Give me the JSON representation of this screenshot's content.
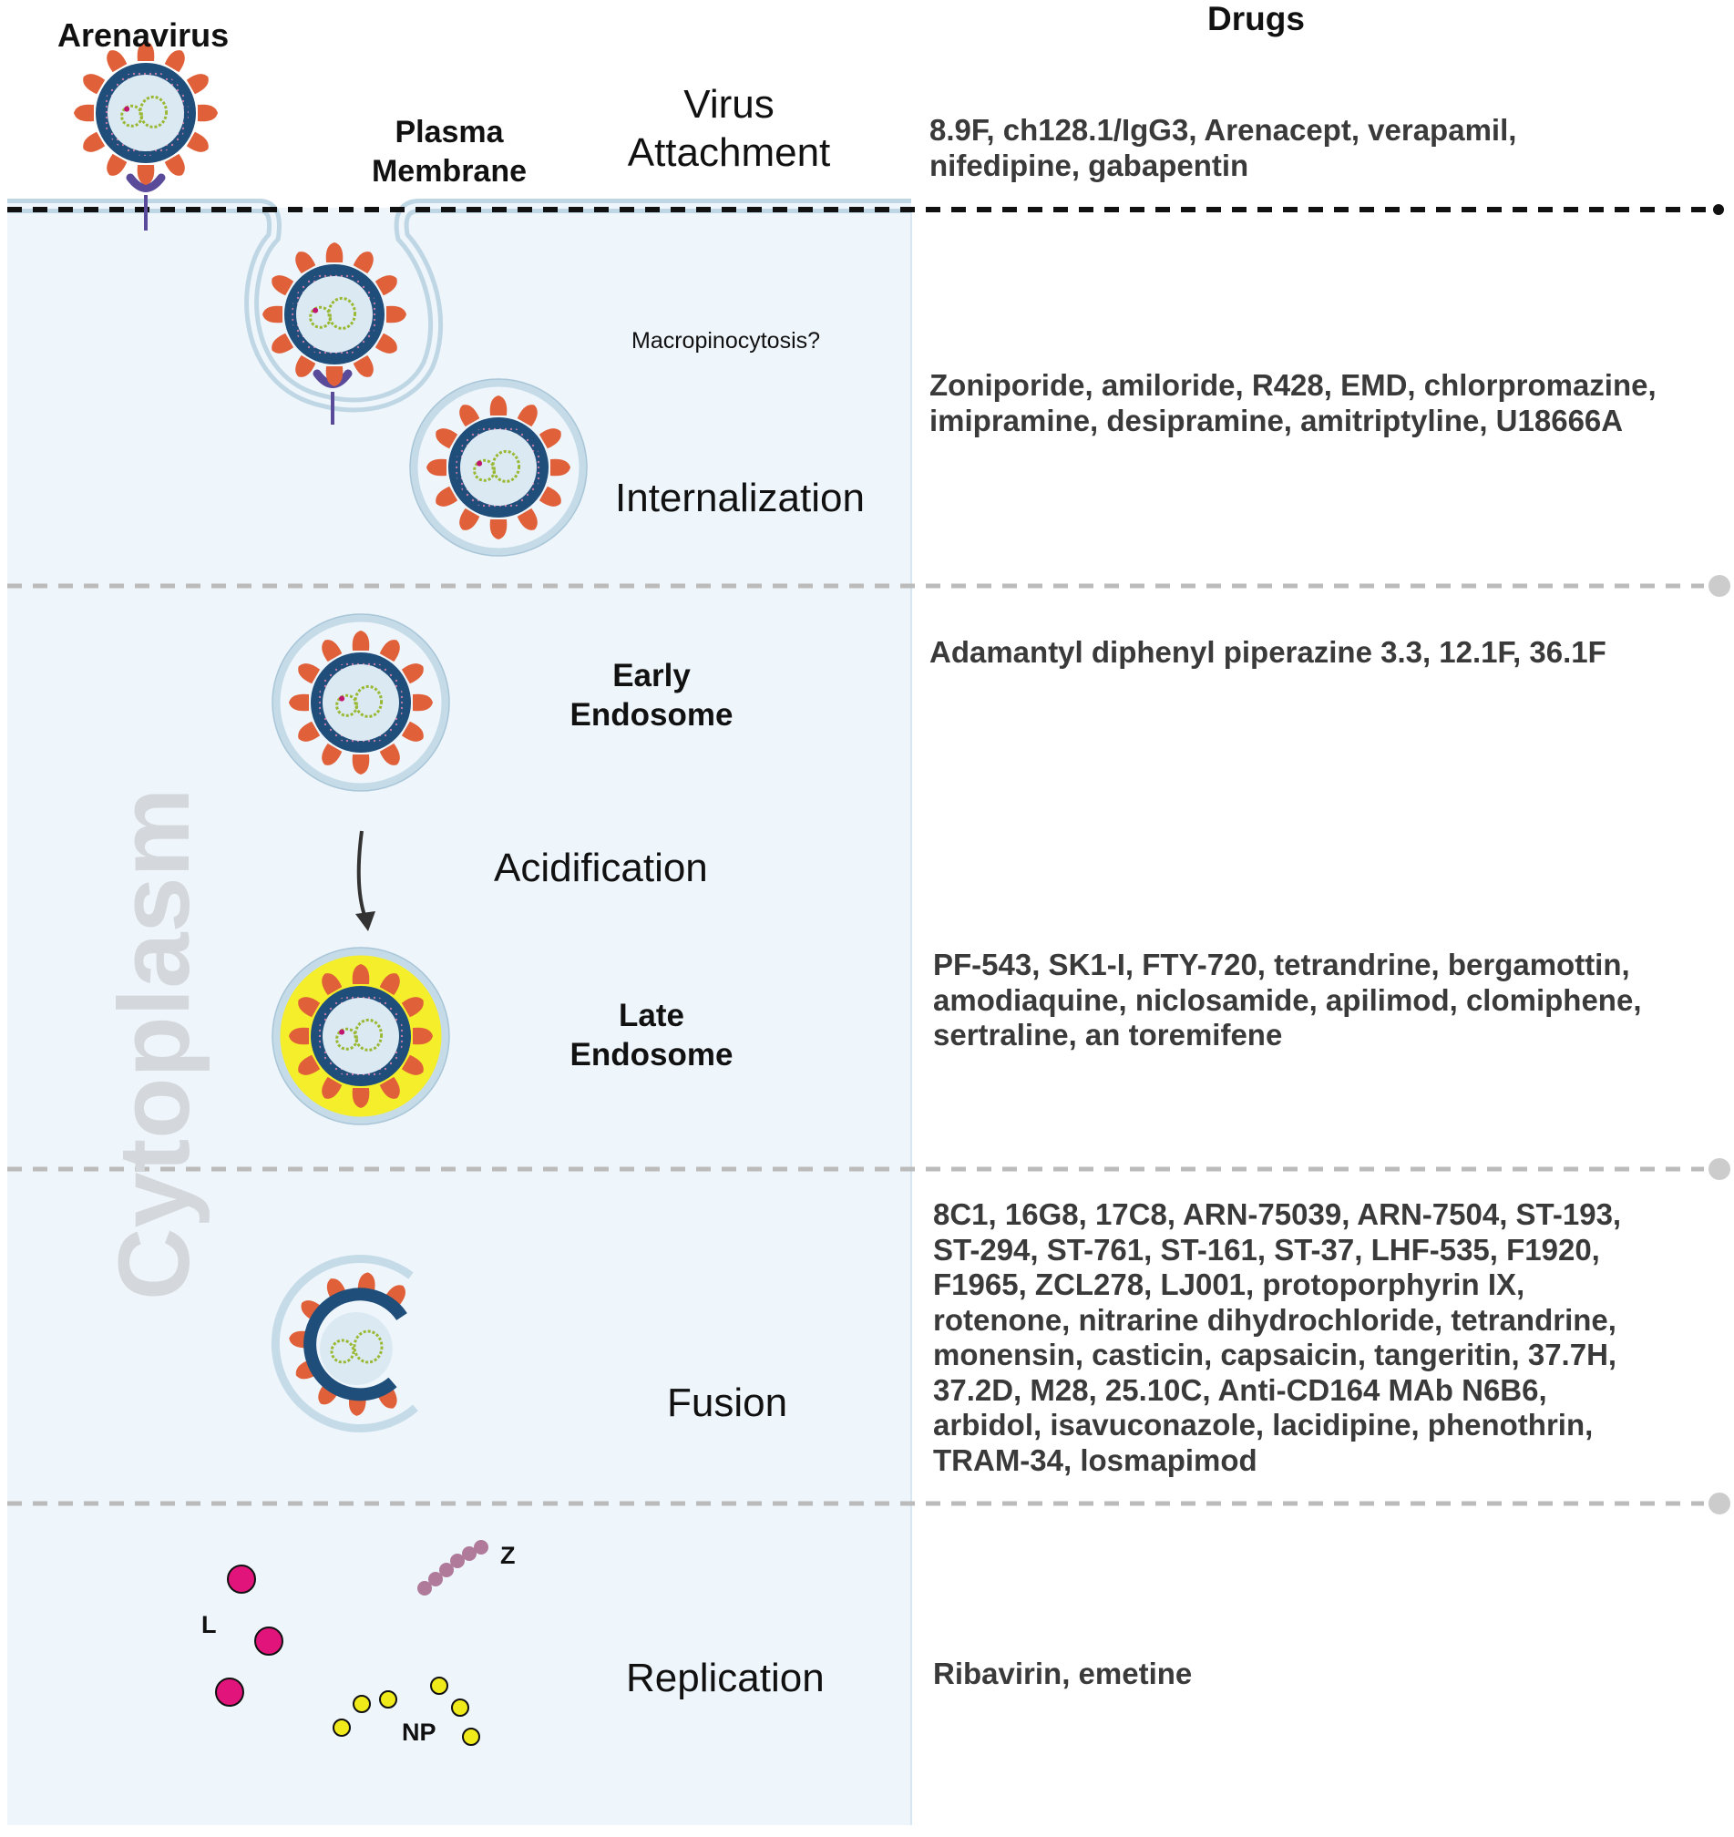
{
  "header": {
    "virus_label": "Arenavirus",
    "membrane_label": "Plasma\nMembrane",
    "drugs_title": "Drugs"
  },
  "compartment_label": "Cytoplasm",
  "stages": [
    {
      "name": "Virus Attachment",
      "name_lines": [
        "Virus",
        "Attachment"
      ],
      "drugs": [
        "8.9F, ch128.1/IgG3, Arenacept, verapamil,",
        "nifedipine, gabapentin"
      ]
    },
    {
      "name": "Internalization",
      "note": "Macropinocytosis?",
      "drugs": [
        "Zoniporide, amiloride, R428, EMD, chlorpromazine,",
        "imipramine, desipramine, amitriptyline, U18666A"
      ]
    },
    {
      "name": "Acidification",
      "early_endosome": "Early\nEndosome",
      "early_drugs": [
        "Adamantyl diphenyl piperazine 3.3, 12.1F, 36.1F"
      ],
      "late_endosome": "Late\nEndosome",
      "late_drugs": [
        "PF-543, SK1-I, FTY-720, tetrandrine, bergamottin,",
        "amodiaquine, niclosamide, apilimod, clomiphene,",
        "sertraline, an toremifene"
      ]
    },
    {
      "name": "Fusion",
      "drugs": [
        "8C1, 16G8, 17C8, ARN-75039, ARN-7504, ST-193,",
        "ST-294, ST-761, ST-161, ST-37, LHF-535, F1920,",
        "F1965, ZCL278, LJ001, protoporphyrin IX,",
        "rotenone, nitrarine dihydrochloride, tetrandrine,",
        "monensin, casticin, capsaicin, tangeritin, 37.7H,",
        "37.2D, M28, 25.10C, Anti-CD164 MAb N6B6,",
        "arbidol, isavuconazole, lacidipine, phenothrin,",
        "TRAM-34, losmapimod"
      ]
    },
    {
      "name": "Replication",
      "drugs": [
        "Ribavirin, emetine"
      ],
      "components": {
        "l": "L",
        "z": "Z",
        "np": "NP"
      }
    }
  ],
  "colors": {
    "cytoplasm_bg": "#eef5fb",
    "membrane": "#c5dbe8",
    "envelope": "#1f4e7a",
    "spike": "#e0603a",
    "acid_fill": "#f5ee2a",
    "l_protein": "#e0147a",
    "np_protein": "#f0ea1a",
    "z_protein": "#b07a9a",
    "receptor": "#5a4a9a"
  }
}
